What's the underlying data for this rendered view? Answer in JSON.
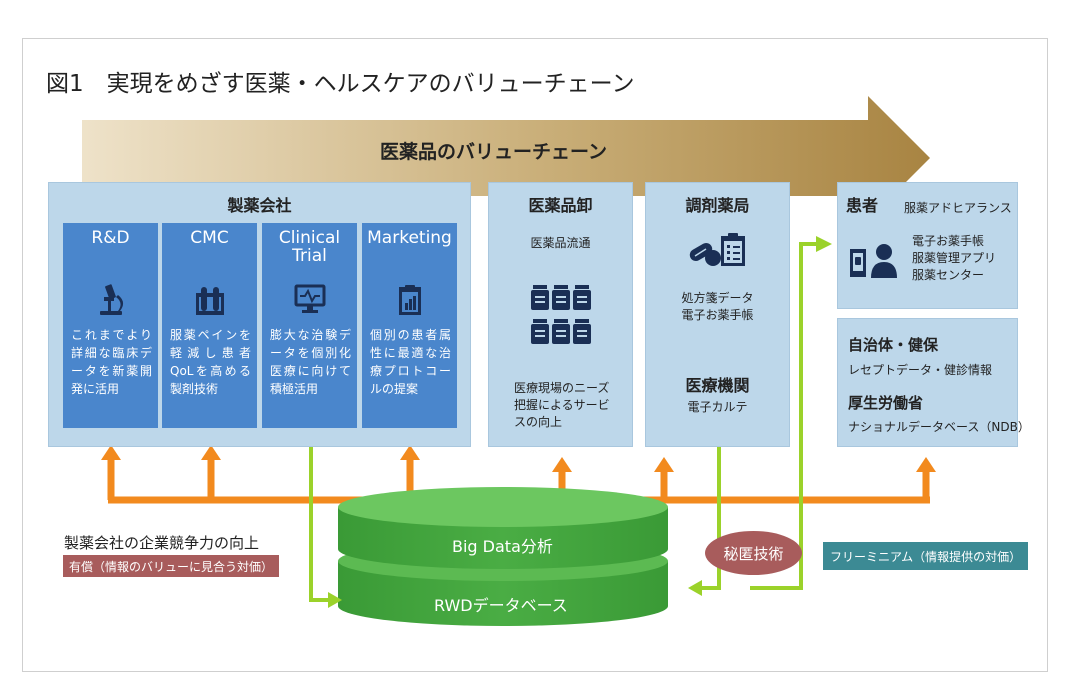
{
  "title": "図1　実現をめざす医薬・ヘルスケアのバリューチェーン",
  "banner": "医薬品のバリューチェーン",
  "pharma": {
    "header": "製薬会社",
    "columns": [
      {
        "title": "R&D",
        "desc": "これまでより詳細な臨床データを新薬開発に活用"
      },
      {
        "title": "CMC",
        "desc": "服薬ペインを軽減し患者QoLを高める製剤技術"
      },
      {
        "title": "Clinical Trial",
        "desc": "膨大な治験データを個別化医療に向けて積極活用"
      },
      {
        "title": "Marketing",
        "desc": "個別の患者属性に最適な治療プロトコールの提案"
      }
    ]
  },
  "wholesale": {
    "header": "医薬品卸",
    "sub": "医薬品流通",
    "desc": "医療現場のニーズ把握によるサービスの向上"
  },
  "pharmacy": {
    "header": "調剤薬局",
    "sub": "処方箋データ\n電子お薬手帳",
    "header2": "医療機関",
    "sub2": "電子カルテ"
  },
  "patient": {
    "header": "患者",
    "sub": "服薬アドヒアランス",
    "items": "電子お薬手帳\n服薬管理アプリ\n服薬センター"
  },
  "gov": {
    "header1": "自治体・健保",
    "sub1": "レセプトデータ・健診情報",
    "header2": "厚生労働省",
    "sub2": "ナショナルデータベース（NDB）"
  },
  "bigdata": "Big Data分析",
  "rwd": "RWDデータベース",
  "anonymize": "秘匿技術",
  "freemium": "フリーミニアム（情報提供の対価）",
  "competitiveness": "製薬会社の企業競争力の向上",
  "paid": "有償（情報のバリューに見合う対価）",
  "colors": {
    "box": "#bdd7ea",
    "column": "#4a86cc",
    "orange": "#f28a1e",
    "green": "#9bd22a",
    "disk": "#3f9b3a",
    "oval": "#a85c5c",
    "teal": "#3c8a94"
  }
}
